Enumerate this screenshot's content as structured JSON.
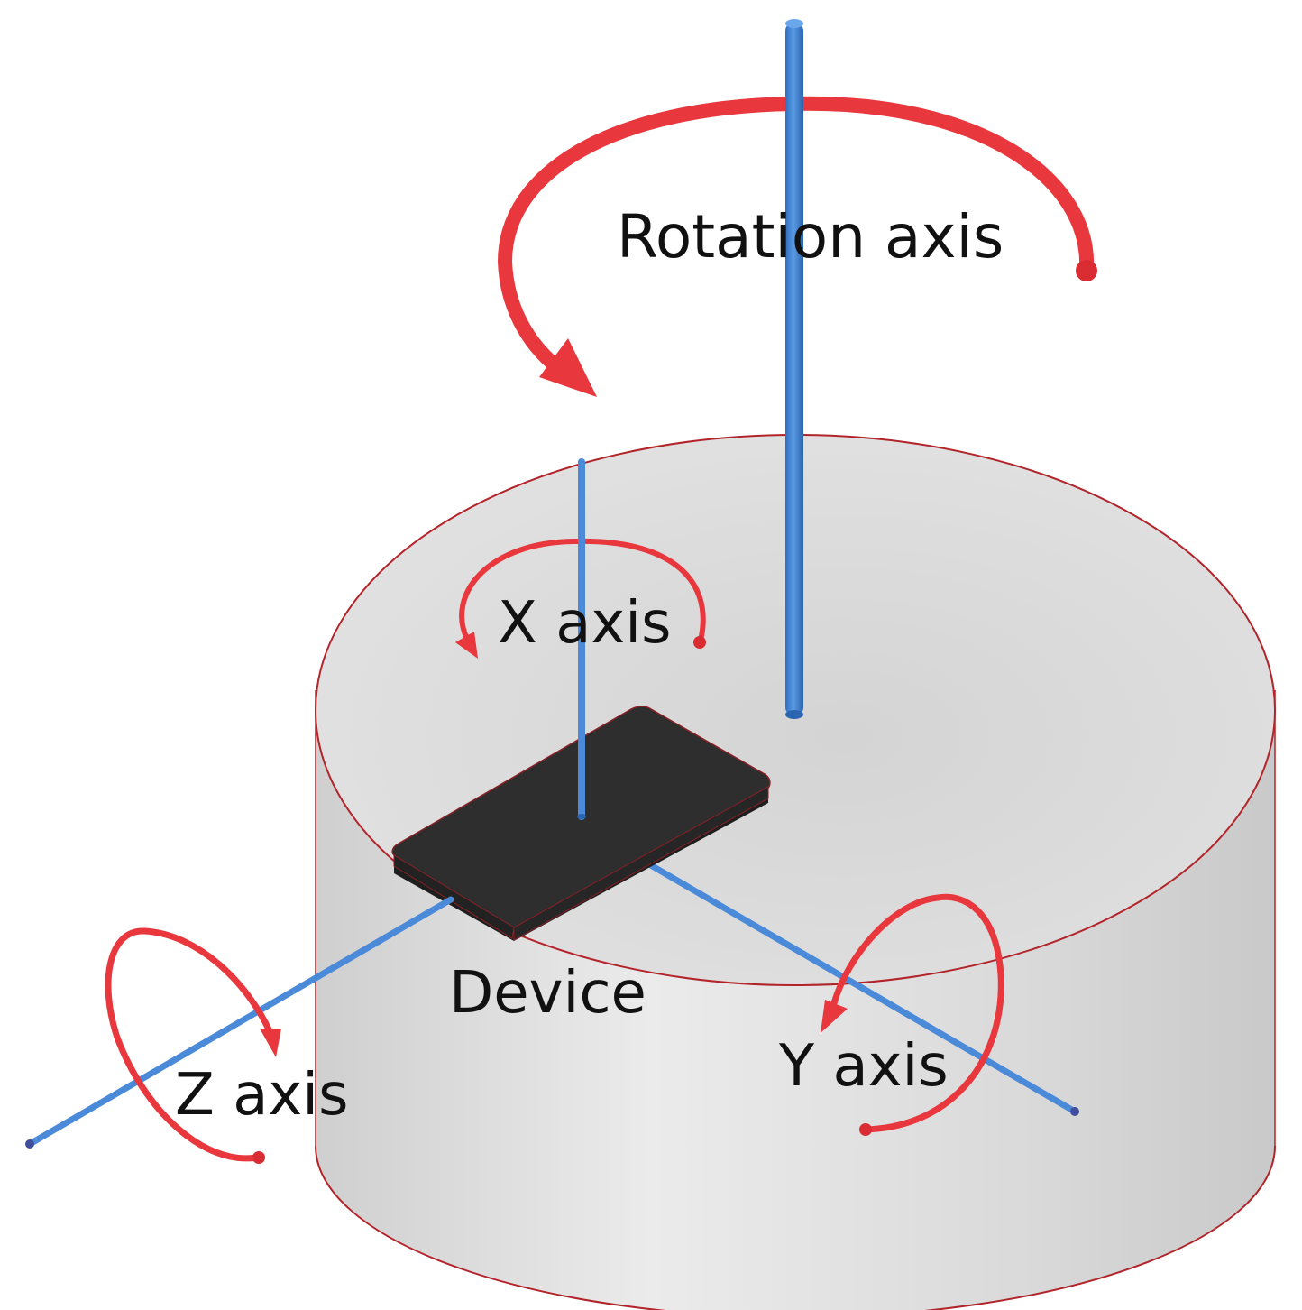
{
  "labels": {
    "rotation_axis": "Rotation axis",
    "x_axis": "X axis",
    "y_axis": "Y axis",
    "z_axis": "Z axis",
    "device": "Device"
  },
  "colors": {
    "axis": "#3b7fd0",
    "rotation_arrow": "#e8383d",
    "platform_top": "#dcdcdc",
    "platform_side": "#d2d2d2",
    "platform_outline": "#b2242a",
    "device": "#2e2e2e",
    "label_text": "#111111"
  }
}
